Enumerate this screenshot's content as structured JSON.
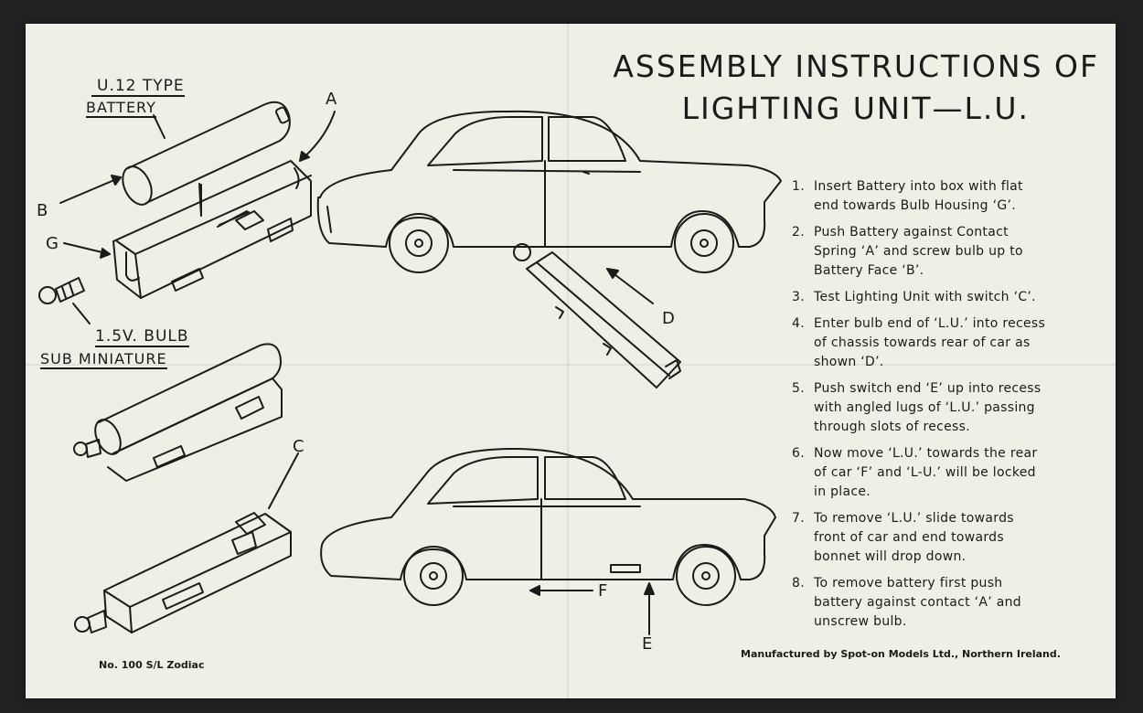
{
  "title": {
    "line1": "ASSEMBLY INSTRUCTIONS OF",
    "line2": "LIGHTING UNIT—L.U."
  },
  "labels": {
    "u12_type": "U.12 TYPE",
    "battery": "BATTERY",
    "bulb": "1.5V. BULB",
    "sub_miniature": "SUB MINIATURE",
    "a": "A",
    "b": "B",
    "c": "C",
    "d": "D",
    "e": "E",
    "f": "F",
    "g": "G"
  },
  "steps": [
    {
      "num": "1.",
      "text": "Insert Battery into box with flat end towards Bulb Housing ‘G’."
    },
    {
      "num": "2.",
      "text": "Push Battery against Contact Spring ‘A’ and screw bulb up to Battery Face ‘B’."
    },
    {
      "num": "3.",
      "text": "Test Lighting Unit with switch ‘C’."
    },
    {
      "num": "4.",
      "text": "Enter bulb end of ‘L.U.’ into recess of chassis towards rear of car as shown ‘D’."
    },
    {
      "num": "5.",
      "text": "Push switch end ‘E’ up into recess with angled lugs of ‘L.U.’ passing through slots of recess."
    },
    {
      "num": "6.",
      "text": "Now move ‘L.U.’ towards the rear of car ‘F’ and ‘L-U.’ will be locked in place."
    },
    {
      "num": "7.",
      "text": "To remove ‘L.U.’ slide towards front of car and end towards bonnet will drop down."
    },
    {
      "num": "8.",
      "text": "To remove battery first push battery against contact ‘A’ and unscrew bulb."
    }
  ],
  "footer": {
    "model": "No. 100 S/L Zodiac",
    "manufacturer": "Manufactured by Spot-on Models Ltd., Northern Ireland."
  }
}
